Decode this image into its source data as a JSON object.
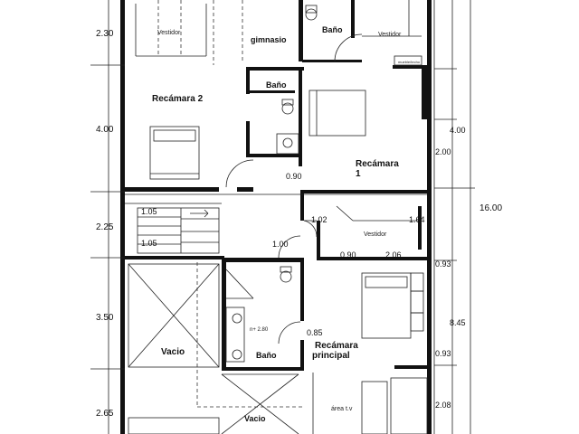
{
  "rooms": {
    "gimnasio": "gimnasio",
    "bano_top": "Baño",
    "vestidor_top_left": "Vestidor",
    "vestidor_top_right": "Vestidor",
    "bano_mid": "Baño",
    "recamara2": "Recámara 2",
    "recamara1_line1": "Recámara",
    "recamara1_line2": "1",
    "vestidor_mid": "Vestidor",
    "vacio_left": "Vacio",
    "bano_low": "Baño",
    "recamara_principal_line1": "Recámara",
    "recamara_principal_line2": "principal",
    "vacio_bottom": "Vacio",
    "area_tv": "área t.v",
    "mueble": "mueble/techo",
    "shower_note": "n+ 2.80"
  },
  "dimensions": {
    "left": [
      "2.30",
      "4.00",
      "2.25",
      "3.50",
      "2.65"
    ],
    "stair_top": "1.05",
    "stair_bottom": "1.05",
    "d_090_top": "0.90",
    "d_100": "1.00",
    "d_102": "1.02",
    "d_164": "1.64",
    "d_090_mid": "0.90",
    "d_206": "2.06",
    "d_085": "0.85",
    "r_400": "4.00",
    "r_200": "2.00",
    "r_093_top": "0.93",
    "r_845": "8.45",
    "r_093_bottom": "0.93",
    "r_208": "2.08",
    "total": "16.00"
  }
}
